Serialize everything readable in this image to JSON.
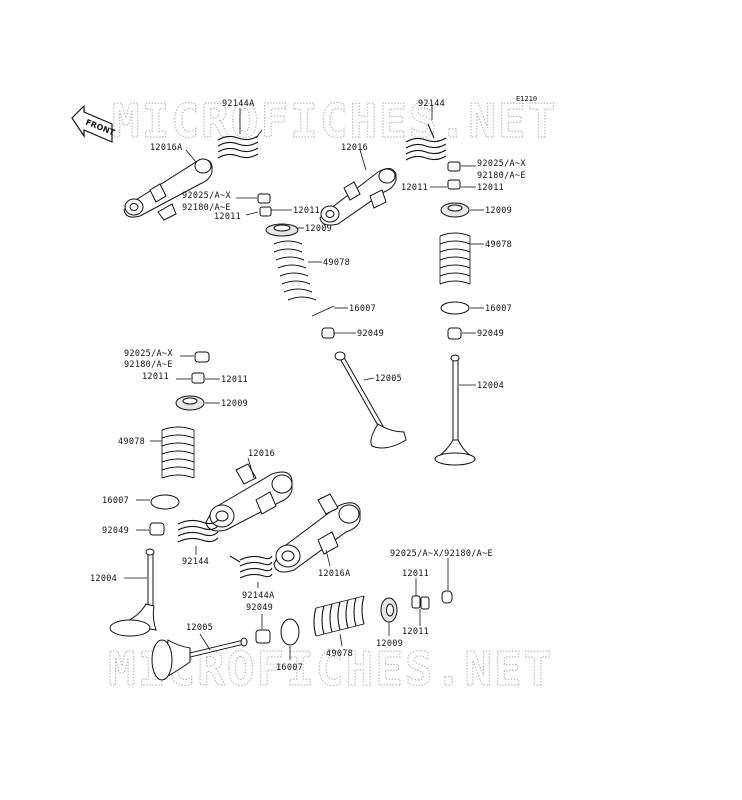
{
  "diagram": {
    "code": "E1210",
    "front_label": "FRONT",
    "watermark": "MICROFICHES.NET",
    "labels": [
      {
        "id": "l1",
        "text": "92144A"
      },
      {
        "id": "l2",
        "text": "12016A"
      },
      {
        "id": "l3",
        "text": "92025/A~X"
      },
      {
        "id": "l4",
        "text": "92180/A~E"
      },
      {
        "id": "l5",
        "text": "12011"
      },
      {
        "id": "l6",
        "text": "12011"
      },
      {
        "id": "l7",
        "text": "12009"
      },
      {
        "id": "l8",
        "text": "49078"
      },
      {
        "id": "l9",
        "text": "16007"
      },
      {
        "id": "l10",
        "text": "92049"
      },
      {
        "id": "l11",
        "text": "12005"
      },
      {
        "id": "l12",
        "text": "92144"
      },
      {
        "id": "l13",
        "text": "12016"
      },
      {
        "id": "l14",
        "text": "92025/A~X"
      },
      {
        "id": "l15",
        "text": "92180/A~E"
      },
      {
        "id": "l16",
        "text": "12011"
      },
      {
        "id": "l17",
        "text": "12011"
      },
      {
        "id": "l18",
        "text": "12009"
      },
      {
        "id": "l19",
        "text": "49078"
      },
      {
        "id": "l20",
        "text": "16007"
      },
      {
        "id": "l21",
        "text": "92049"
      },
      {
        "id": "l22",
        "text": "12004"
      },
      {
        "id": "l23",
        "text": "92025/A~X"
      },
      {
        "id": "l24",
        "text": "92180/A~E"
      },
      {
        "id": "l25",
        "text": "12011"
      },
      {
        "id": "l26",
        "text": "12011"
      },
      {
        "id": "l27",
        "text": "12009"
      },
      {
        "id": "l28",
        "text": "49078"
      },
      {
        "id": "l29",
        "text": "16007"
      },
      {
        "id": "l30",
        "text": "92049"
      },
      {
        "id": "l31",
        "text": "12004"
      },
      {
        "id": "l32",
        "text": "12016"
      },
      {
        "id": "l33",
        "text": "92144"
      },
      {
        "id": "l34",
        "text": "12016A"
      },
      {
        "id": "l35",
        "text": "92144A"
      },
      {
        "id": "l36",
        "text": "92049"
      },
      {
        "id": "l37",
        "text": "12005"
      },
      {
        "id": "l38",
        "text": "16007"
      },
      {
        "id": "l39",
        "text": "49078"
      },
      {
        "id": "l40",
        "text": "12009"
      },
      {
        "id": "l41",
        "text": "92025/A~X/92180/A~E"
      },
      {
        "id": "l42",
        "text": "12011"
      },
      {
        "id": "l43",
        "text": "12011"
      }
    ]
  }
}
